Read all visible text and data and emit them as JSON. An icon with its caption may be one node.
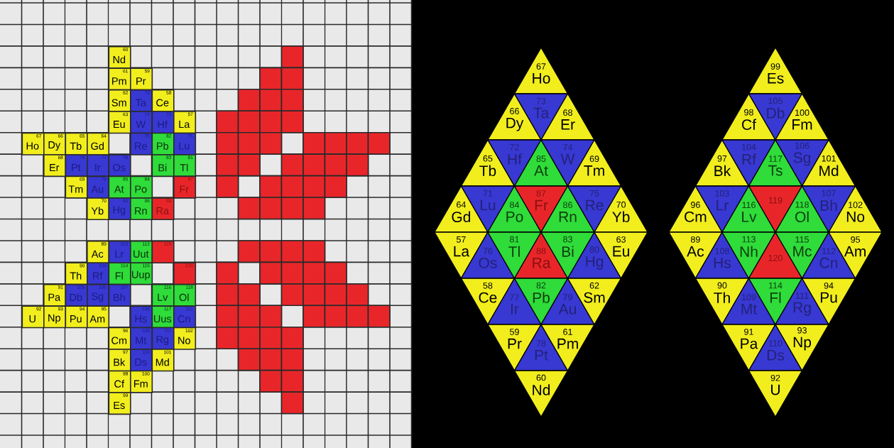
{
  "diagram": {
    "nodes": [
      {
        "text": [
          "60",
          "Nd"
        ]
      },
      {
        "text": [
          "61",
          "Pm"
        ]
      },
      {
        "text": [
          "59",
          "Pr"
        ]
      },
      {
        "text": [
          "62",
          "Sm"
        ]
      },
      {
        "text": [
          "73",
          "Ta"
        ]
      },
      {
        "text": [
          "58",
          "Ce"
        ]
      },
      {
        "text": [
          "63",
          "Eu"
        ]
      },
      {
        "text": [
          "74",
          "W"
        ]
      },
      {
        "text": [
          "72",
          "Hf"
        ]
      },
      {
        "text": [
          "57",
          "La"
        ]
      },
      {
        "text": [
          "67",
          "Ho"
        ]
      },
      {
        "text": [
          "66",
          "Dy"
        ]
      },
      {
        "text": [
          "65",
          "Tb"
        ]
      },
      {
        "text": [
          "64",
          "Gd"
        ]
      },
      {
        "text": [
          "75",
          "Re"
        ]
      },
      {
        "text": [
          "82",
          "Pb"
        ]
      },
      {
        "text": [
          "71",
          "Lu"
        ]
      },
      {
        "text": [
          "68",
          "Er"
        ]
      },
      {
        "text": [
          "78",
          "Pt"
        ]
      },
      {
        "text": [
          "77",
          "Ir"
        ]
      },
      {
        "text": [
          "76",
          "Os"
        ]
      },
      {
        "text": [
          "83",
          "Bi"
        ]
      },
      {
        "text": [
          "81",
          "Tl"
        ]
      },
      {
        "text": [
          "69",
          "Tm"
        ]
      },
      {
        "text": [
          "79",
          "Au"
        ]
      },
      {
        "text": [
          "85",
          "At"
        ]
      },
      {
        "text": [
          "84",
          "Po"
        ]
      },
      {
        "text": [
          "87",
          "Fr"
        ]
      },
      {
        "text": [
          "70",
          "Yb"
        ]
      },
      {
        "text": [
          "80",
          "Hg"
        ]
      },
      {
        "text": [
          "86",
          "Rn"
        ]
      },
      {
        "text": [
          "88",
          "Ra"
        ]
      },
      {
        "text": [
          "89",
          "Ac"
        ]
      },
      {
        "text": [
          "103",
          "Lr"
        ]
      },
      {
        "text": [
          "113",
          "Uut"
        ]
      },
      {
        "text": [
          "119"
        ]
      },
      {
        "text": [
          "90",
          "Th"
        ]
      },
      {
        "text": [
          "104",
          "Rf"
        ]
      },
      {
        "text": [
          "114",
          "Fl"
        ]
      },
      {
        "text": [
          "115",
          "Uup"
        ]
      },
      {
        "text": [
          "120"
        ]
      },
      {
        "text": [
          "91",
          "Pa"
        ]
      },
      {
        "text": [
          "105",
          "Db"
        ]
      },
      {
        "text": [
          "106",
          "Sg"
        ]
      },
      {
        "text": [
          "107",
          "Bh"
        ]
      },
      {
        "text": [
          "116",
          "Lv"
        ]
      },
      {
        "text": [
          "118",
          "Ol"
        ]
      },
      {
        "text": [
          "92",
          "U"
        ]
      },
      {
        "text": [
          "93",
          "Np"
        ]
      },
      {
        "text": [
          "94",
          "Pu"
        ]
      },
      {
        "text": [
          "95",
          "Am"
        ]
      },
      {
        "text": [
          "108",
          "Hs"
        ]
      },
      {
        "text": [
          "117",
          "Uus"
        ]
      },
      {
        "text": [
          "112",
          "Cn"
        ]
      },
      {
        "text": [
          "96",
          "Cm"
        ]
      },
      {
        "text": [
          "109",
          "Mt"
        ]
      },
      {
        "text": [
          "111",
          "Rg"
        ]
      },
      {
        "text": [
          "102",
          "No"
        ]
      },
      {
        "text": [
          "97",
          "Bk"
        ]
      },
      {
        "text": [
          "110",
          "Ds"
        ]
      },
      {
        "text": [
          "101",
          "Md"
        ]
      },
      {
        "text": [
          "98",
          "Cf"
        ]
      },
      {
        "text": [
          "100",
          "Fm"
        ]
      },
      {
        "text": [
          "99",
          "Es"
        ]
      },
      {
        "text": [
          "67",
          "Ho"
        ]
      },
      {
        "text": [
          "66",
          "Dy"
        ]
      },
      {
        "text": [
          "73",
          "Ta"
        ]
      },
      {
        "text": [
          "68",
          "Er"
        ]
      },
      {
        "text": [
          "65",
          "Tb"
        ]
      },
      {
        "text": [
          "72",
          "Hf"
        ]
      },
      {
        "text": [
          "85",
          "At"
        ]
      },
      {
        "text": [
          "74",
          "W"
        ]
      },
      {
        "text": [
          "69",
          "Tm"
        ]
      },
      {
        "text": [
          "64",
          "Gd"
        ]
      },
      {
        "text": [
          "71",
          "Lu"
        ]
      },
      {
        "text": [
          "84",
          "Po"
        ]
      },
      {
        "text": [
          "87",
          "Fr"
        ]
      },
      {
        "text": [
          "86",
          "Rn"
        ]
      },
      {
        "text": [
          "75",
          "Re"
        ]
      },
      {
        "text": [
          "70",
          "Yb"
        ]
      },
      {
        "text": [
          "57",
          "La"
        ]
      },
      {
        "text": [
          "76",
          "Os"
        ]
      },
      {
        "text": [
          "81",
          "Tl"
        ]
      },
      {
        "text": [
          "88",
          "Ra"
        ]
      },
      {
        "text": [
          "83",
          "Bi"
        ]
      },
      {
        "text": [
          "80",
          "Hg"
        ]
      },
      {
        "text": [
          "63",
          "Eu"
        ]
      },
      {
        "text": [
          "58",
          "Ce"
        ]
      },
      {
        "text": [
          "77",
          "Ir"
        ]
      },
      {
        "text": [
          "82",
          "Pb"
        ]
      },
      {
        "text": [
          "79",
          "Au"
        ]
      },
      {
        "text": [
          "62",
          "Sm"
        ]
      },
      {
        "text": [
          "59",
          "Pr"
        ]
      },
      {
        "text": [
          "78",
          "Pt"
        ]
      },
      {
        "text": [
          "61",
          "Pm"
        ]
      },
      {
        "text": [
          "60",
          "Nd"
        ]
      },
      {
        "text": [
          "99",
          "Es"
        ]
      },
      {
        "text": [
          "98",
          "Cf"
        ]
      },
      {
        "text": [
          "105",
          "Db"
        ]
      },
      {
        "text": [
          "100",
          "Fm"
        ]
      },
      {
        "text": [
          "97",
          "Bk"
        ]
      },
      {
        "text": [
          "104",
          "Rf"
        ]
      },
      {
        "text": [
          "117",
          "Ts"
        ]
      },
      {
        "text": [
          "106",
          "Sg"
        ]
      },
      {
        "text": [
          "101",
          "Md"
        ]
      },
      {
        "text": [
          "96",
          "Cm"
        ]
      },
      {
        "text": [
          "103",
          "Lr"
        ]
      },
      {
        "text": [
          "116",
          "Lv"
        ]
      },
      {
        "text": [
          "119"
        ]
      },
      {
        "text": [
          "118",
          "Ol"
        ]
      },
      {
        "text": [
          "107",
          "Bh"
        ]
      },
      {
        "text": [
          "102",
          "No"
        ]
      },
      {
        "text": [
          "89",
          "Ac"
        ]
      },
      {
        "text": [
          "108",
          "Hs"
        ]
      },
      {
        "text": [
          "113",
          "Nh"
        ]
      },
      {
        "text": [
          "120"
        ]
      },
      {
        "text": [
          "115",
          "Mc"
        ]
      },
      {
        "text": [
          "112",
          "Cn"
        ]
      },
      {
        "text": [
          "95",
          "Am"
        ]
      },
      {
        "text": [
          "90",
          "Th"
        ]
      },
      {
        "text": [
          "109",
          "Mt"
        ]
      },
      {
        "text": [
          "114",
          "Fl"
        ]
      },
      {
        "text": [
          "111",
          "Rg"
        ]
      },
      {
        "text": [
          "94",
          "Pu"
        ]
      },
      {
        "text": [
          "91",
          "Pa"
        ]
      },
      {
        "text": [
          "110",
          "Ds"
        ]
      },
      {
        "text": [
          "93",
          "Np"
        ]
      },
      {
        "text": [
          "92",
          "U"
        ]
      }
    ]
  }
}
